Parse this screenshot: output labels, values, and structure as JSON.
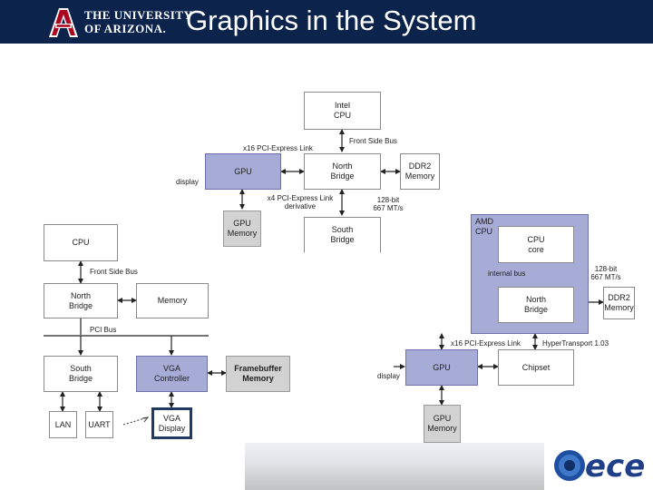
{
  "header": {
    "logo_line1": "THE UNIVERSITY",
    "logo_line2": "OF ARIZONA.",
    "title": "Graphics in the System"
  },
  "top": {
    "cpu": [
      "Intel",
      "CPU"
    ],
    "fsb": "Front Side Bus",
    "pcie16": "x16 PCI-Express Link",
    "gpu": "GPU",
    "display": "display",
    "nb": [
      "North",
      "Bridge"
    ],
    "ddr2": [
      "DDR2",
      "Memory"
    ],
    "pcie4": [
      "x4 PCI-Express Link",
      "derivative"
    ],
    "rate": [
      "128-bit",
      "667 MT/s"
    ],
    "gpumem": [
      "GPU",
      "Memory"
    ],
    "sb": [
      "South",
      "Bridge"
    ]
  },
  "left": {
    "cpu": "CPU",
    "fsb": "Front Side Bus",
    "nb": [
      "North",
      "Bridge"
    ],
    "mem": "Memory",
    "pci": "PCI Bus",
    "sb": [
      "South",
      "Bridge"
    ],
    "vga": [
      "VGA",
      "Controller"
    ],
    "fb": [
      "Framebuffer",
      "Memory"
    ],
    "lan": "LAN",
    "uart": "UART",
    "vgadisp": [
      "VGA",
      "Display"
    ]
  },
  "right": {
    "amd": [
      "AMD",
      "CPU"
    ],
    "core": [
      "CPU",
      "core"
    ],
    "ibus": "internal bus",
    "rate": [
      "128-bit",
      "667 MT/s"
    ],
    "nb": [
      "North",
      "Bridge"
    ],
    "ddr2": [
      "DDR2",
      "Memory"
    ],
    "pcie16": "x16 PCI-Express Link",
    "ht": "HyperTransport 1.03",
    "display": "display",
    "gpu": "GPU",
    "chipset": "Chipset",
    "gpumem": [
      "GPU",
      "Memory"
    ]
  },
  "footer": {
    "logo": "ece"
  },
  "colors": {
    "header_bg": "#0c234b",
    "accent_red": "#ab0520",
    "gpu_fill": "#a7acd6",
    "memory_fill": "#d2d2d2"
  }
}
